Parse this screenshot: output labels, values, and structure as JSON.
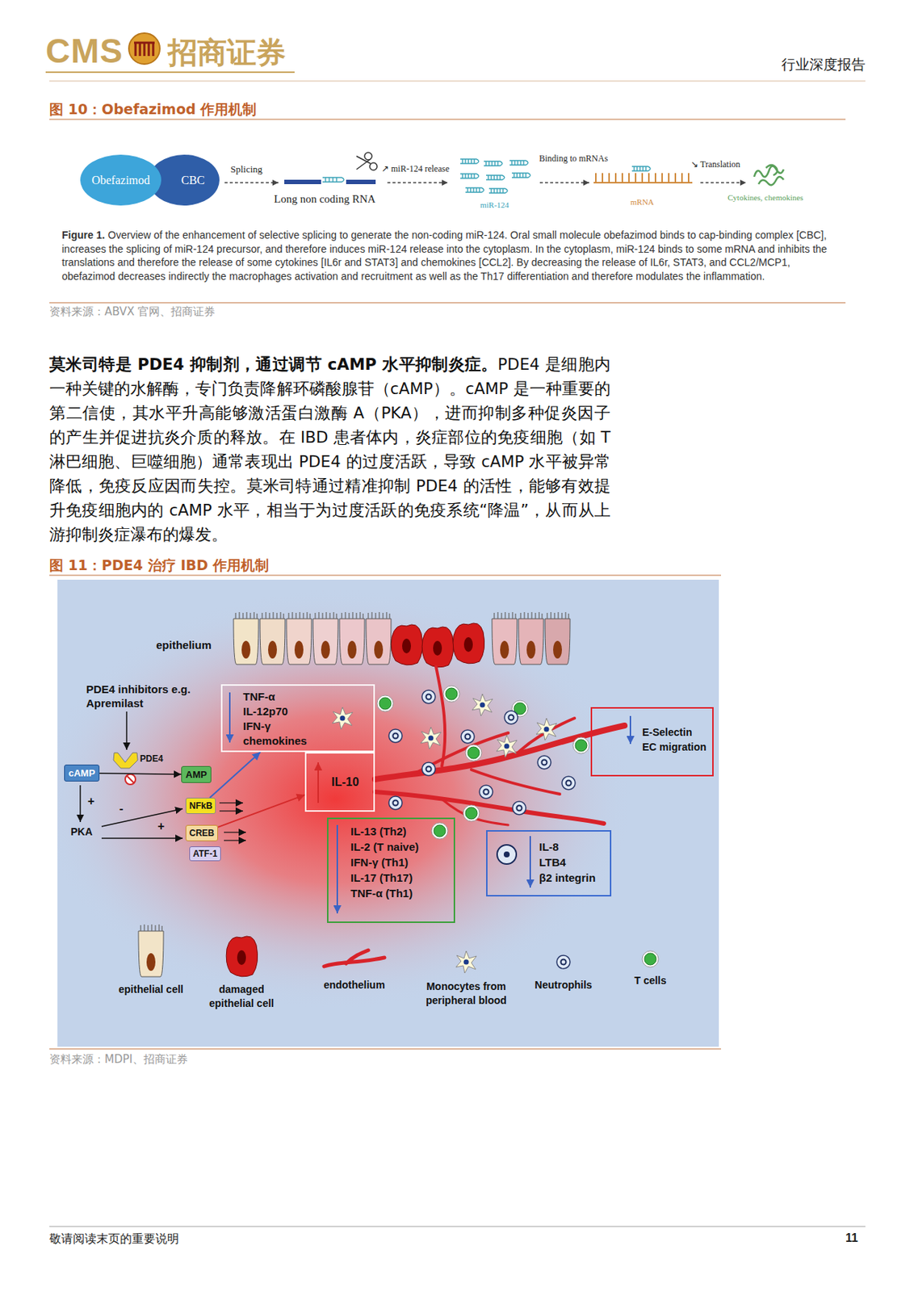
{
  "diagram": {
    "nodes": [
      {
        "text": [
          "Obefazimod"
        ]
      },
      {
        "text": [
          "CBC"
        ]
      },
      {
        "text": [
          "cAMP"
        ]
      },
      {
        "text": [
          "AMP"
        ]
      },
      {
        "text": [
          "NFkB"
        ]
      },
      {
        "text": [
          "CREB"
        ]
      },
      {
        "text": [
          "ATF-1"
        ]
      },
      {
        "text": [
          "TNF-α",
          "IL-12p70",
          "IFN-γ",
          "chemokines"
        ]
      },
      {
        "text": [
          "IL-10"
        ]
      },
      {
        "text": [
          "E-Selectin",
          "EC migration"
        ]
      },
      {
        "text": [
          "IL-13 (Th2)",
          "IL-2 (T naive)",
          "IFN-γ (Th1)",
          "IL-17 (Th17)",
          "TNF-α (Th1)"
        ]
      },
      {
        "text": [
          "IL-8",
          "LTB4",
          "β2 integrin"
        ]
      }
    ],
    "edges": [
      {
        "from": 2,
        "to": 3,
        "arrow": "to"
      },
      {
        "from": 4,
        "to": 7,
        "arrow": "to"
      },
      {
        "from": 5,
        "to": 8,
        "arrow": "to"
      }
    ],
    "labels": [
      "CMS",
      "招商证券",
      "行业深度报告",
      "图 10：Obefazimod 作用机制",
      "Splicing",
      "↗ miR-124 release",
      "Binding to mRNAs",
      "↘ Translation",
      "Long non coding RNA",
      "miR-124",
      "mRNA",
      "Cytokines, chemokines",
      "Figure 1.",
      "Overview of the enhancement of selective splicing to generate the non-coding miR-124. Oral small molecule obefazimod binds to cap-binding complex [CBC], increases the splicing of miR-124 precursor, and therefore induces miR-124 release into the cytoplasm. In the cytoplasm, miR-124 binds to some mRNA and inhibits the translations and therefore the release of some cytokines [IL6r and STAT3] and chemokines [CCL2]. By decreasing the release of IL6r, STAT3, and CCL2/MCP1, obefazimod decreases indirectly the macrophages activation and recruitment as well as the Th17 differentiation and therefore modulates the inflammation.",
      "资料来源：ABVX 官网、招商证券",
      "莫米司特是 PDE4 抑制剂，通过调节 cAMP 水平抑制炎症。",
      "PDE4 是细胞内一种关键的水解酶，专门负责降解环磷酸腺苷（cAMP）。cAMP 是一种重要的第二信使，其水平升高能够激活蛋白激酶 A（PKA），进而抑制多种促炎因子的产生并促进抗炎介质的释放。在 IBD 患者体内，炎症部位的免疫细胞（如 T 淋巴细胞、巨噬细胞）通常表现出 PDE4 的过度活跃，导致 cAMP 水平被异常降低，免疫反应因而失控。莫米司特通过精准抑制 PDE4 的活性，能够有效提升免疫细胞内的 cAMP 水平，相当于为过度活跃的免疫系统“降温”，从而从上游抑制炎症瀑布的爆发。",
      "图 11：PDE4 治疗 IBD 作用机制",
      "epithelium",
      "PDE4 inhibitors e.g. Apremilast",
      "PDE4",
      "+",
      "PKA",
      "-",
      "+",
      "资料来源：MDPI、招商证券",
      "敬请阅读末页的重要说明",
      "11"
    ],
    "legend": [
      {
        "text": "epithelial cell"
      },
      {
        "text": "damaged epithelial cell"
      },
      {
        "text": "endothelium"
      },
      {
        "text": "Monocytes from peripheral blood"
      },
      {
        "text": "Neutrophils"
      },
      {
        "text": "T cells"
      }
    ]
  }
}
